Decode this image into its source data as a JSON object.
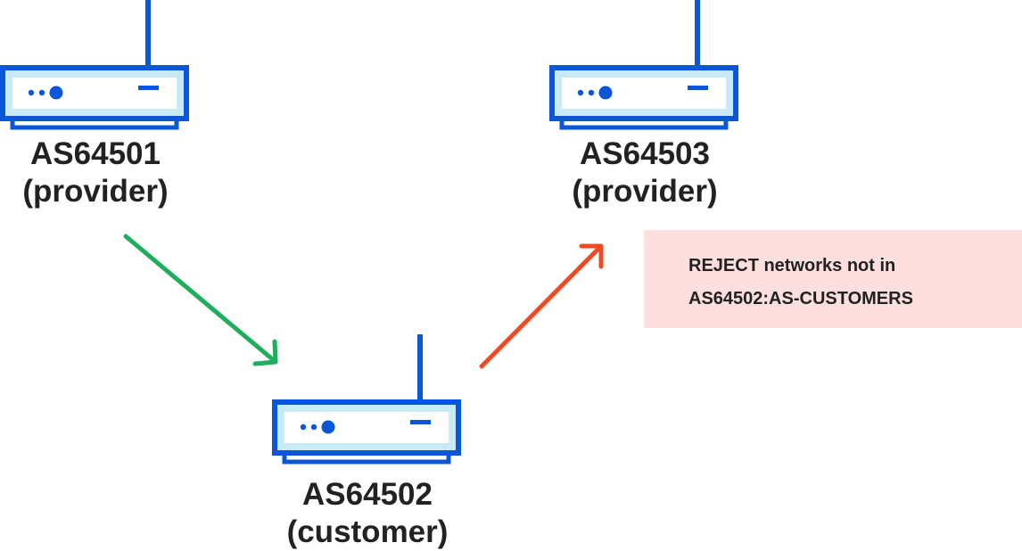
{
  "colors": {
    "router_stroke": "#0a56d9",
    "router_fill": "#c8eaf4",
    "router_inner": "#ffffff",
    "accept_arrow": "#1fae5b",
    "reject_arrow": "#ef4a23",
    "note_background": "#fddfe0",
    "text": "#222222"
  },
  "nodes": [
    {
      "id": "as64501",
      "icon": "router-icon",
      "name": "AS64501",
      "role": "(provider)"
    },
    {
      "id": "as64503",
      "icon": "router-icon",
      "name": "AS64503",
      "role": "(provider)"
    },
    {
      "id": "as64502",
      "icon": "router-icon",
      "name": "AS64502",
      "role": "(customer)"
    }
  ],
  "edges": [
    {
      "from": "as64501",
      "to": "as64502",
      "kind": "accept",
      "icon": "arrow-down-right-icon"
    },
    {
      "from": "as64502",
      "to": "as64503",
      "kind": "reject",
      "icon": "arrow-up-right-icon"
    }
  ],
  "note": {
    "line1": "REJECT networks not in",
    "line2": "AS64502:AS-CUSTOMERS"
  }
}
